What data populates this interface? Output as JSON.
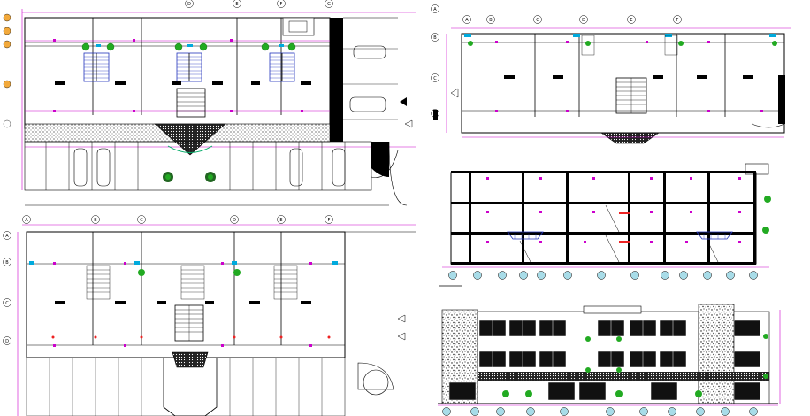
{
  "drawing": {
    "background": "#ffffff",
    "line_color": "#000000",
    "dimension_color": "#cc00cc",
    "grid_bubble_color": "#f2a93b",
    "accent_color": "#00aadd",
    "plant_color": "#22aa22",
    "stair_color": "#2233bb",
    "hatch_color": "#333333",
    "red_color": "#ee2222"
  },
  "grid_labels": {
    "plan_top_left": [
      "D",
      "E",
      "F",
      "G"
    ],
    "plan_top_right": [
      "A",
      "B",
      "C",
      "D",
      "E",
      "F"
    ],
    "plan_bottom_left": [
      "A",
      "B",
      "C",
      "D",
      "E",
      "F"
    ],
    "plan_top_right_rows": [
      "A",
      "B",
      "C",
      "D"
    ],
    "plan_bottom_left_rows": [
      "A",
      "B",
      "C",
      "D"
    ]
  },
  "panels": [
    {
      "name": "plan-top-left",
      "kind": "ground-floor-plan"
    },
    {
      "name": "plan-top-right",
      "kind": "upper-floor-plan"
    },
    {
      "name": "plan-bottom-left",
      "kind": "typical-floor-plan"
    },
    {
      "name": "section-right",
      "kind": "building-section"
    },
    {
      "name": "elevation-right",
      "kind": "front-elevation"
    }
  ]
}
